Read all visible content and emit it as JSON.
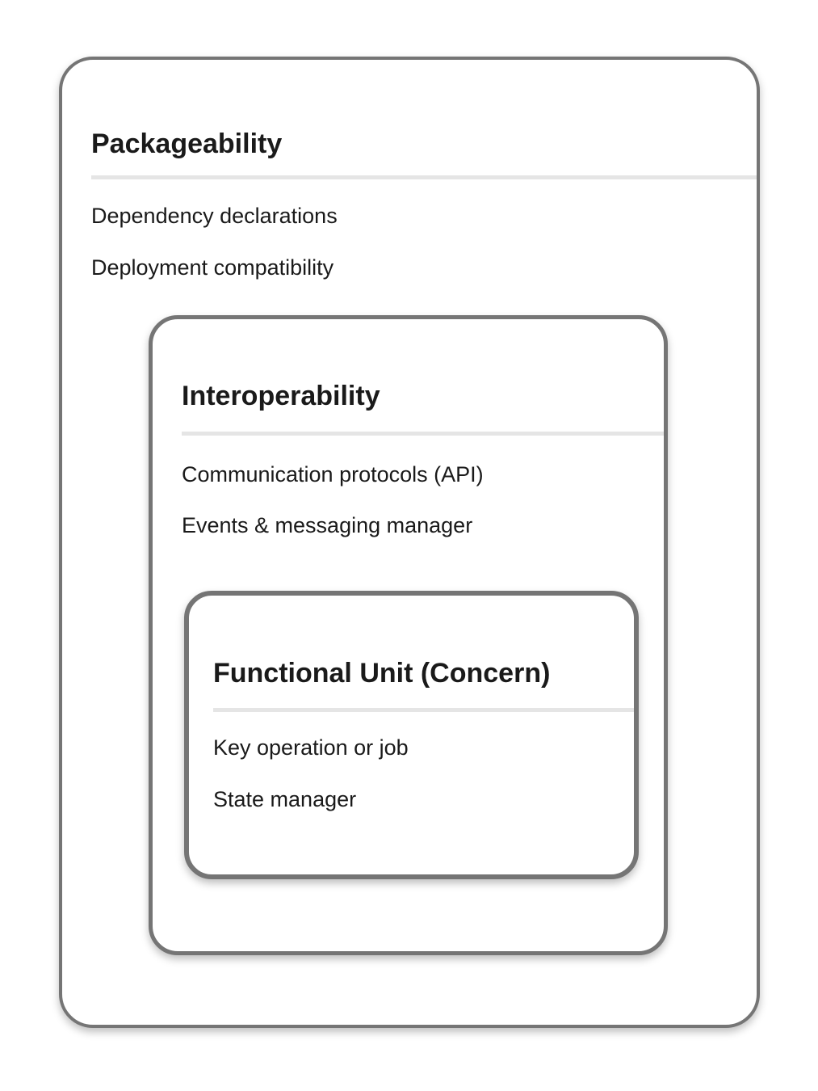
{
  "colors": {
    "background": "#ffffff",
    "box_background": "#ffffff",
    "border": "#757575",
    "divider": "#e5e5e5",
    "text": "#1a1a1a"
  },
  "diagram": {
    "outer": {
      "title": "Packageability",
      "items": [
        "Dependency declarations",
        "Deployment compatibility"
      ]
    },
    "middle": {
      "title": "Interoperability",
      "items": [
        "Communication protocols (API)",
        "Events & messaging manager"
      ]
    },
    "inner": {
      "title": "Functional Unit (Concern)",
      "items": [
        "Key operation or job",
        "State manager"
      ]
    }
  }
}
